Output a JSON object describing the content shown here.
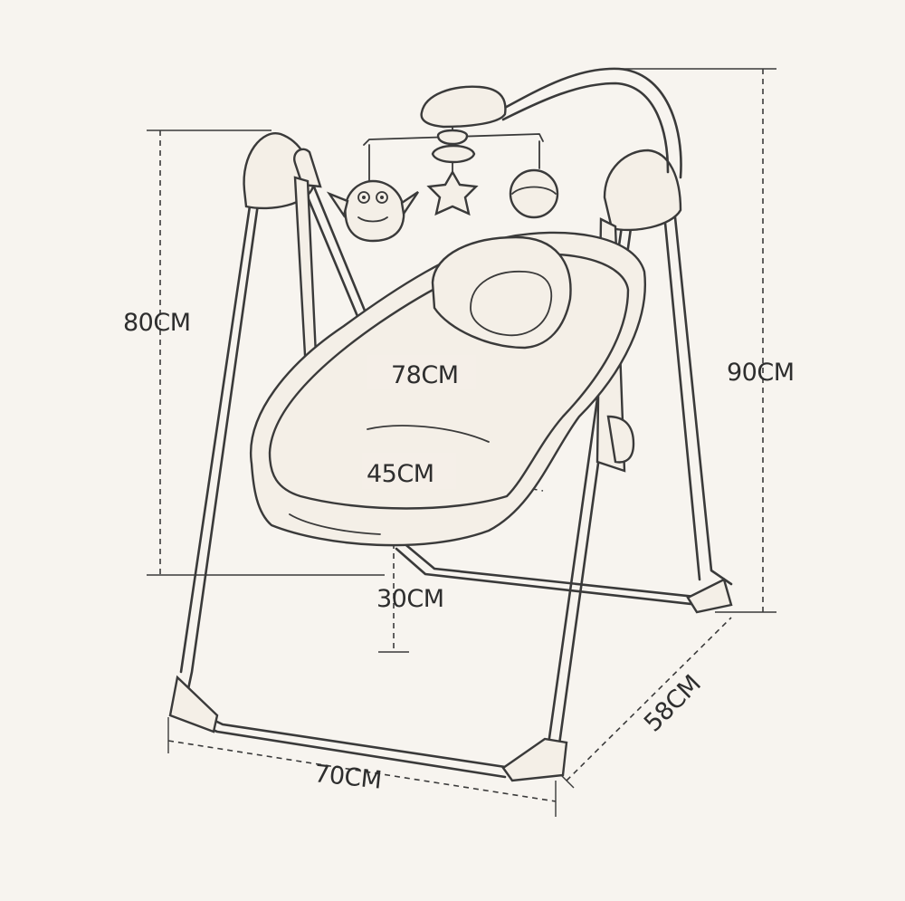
{
  "dimensions": {
    "total_height": "90CM",
    "frame_height": "80CM",
    "seat_length": "78CM",
    "seat_width": "45CM",
    "seat_clearance": "30CM",
    "frame_width": "70CM",
    "frame_depth": "58CM"
  },
  "colors": {
    "background": "#f7f4ef",
    "ink": "#3a3a3a"
  }
}
